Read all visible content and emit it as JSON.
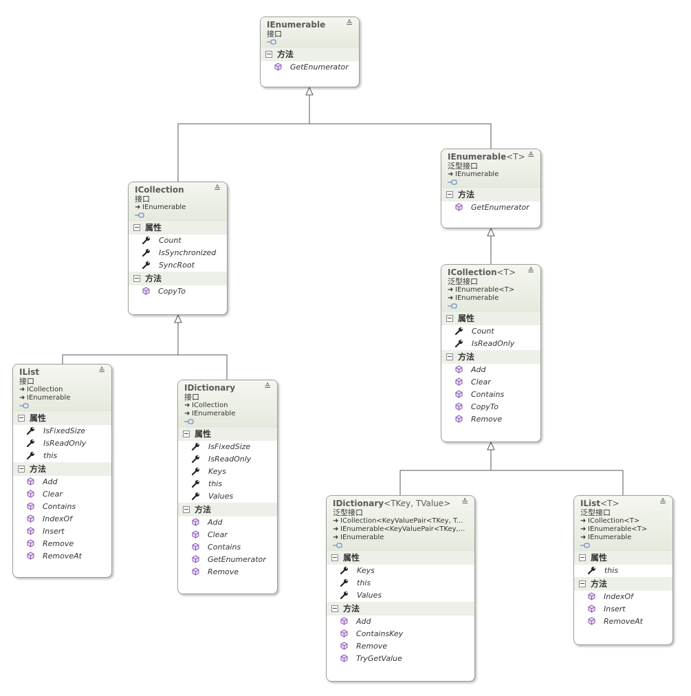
{
  "labels": {
    "props": "属性",
    "methods": "方法"
  },
  "icons": {
    "property": "wrench-icon",
    "method": "cube-icon",
    "inherit": "arrow-right-icon",
    "interface": "lollipop-icon",
    "collapse": "chevron-double-up-icon",
    "section": "minus-box-icon"
  },
  "colors": {
    "method_icon": "#8a4fb3",
    "header_bg": "#e8ecdf",
    "section_bg": "#edf0e8",
    "border": "#9aa09a"
  },
  "boxes": {
    "ienumerable": {
      "title": "IEnumerable",
      "type_params": "",
      "stereotype": "接口",
      "inherits": [],
      "properties": [],
      "methods": [
        "GetEnumerator"
      ]
    },
    "ienumerable_t": {
      "title": "IEnumerable",
      "type_params": "<T>",
      "stereotype": "泛型接口",
      "inherits": [
        "IEnumerable"
      ],
      "properties": [],
      "methods": [
        "GetEnumerator"
      ]
    },
    "icollection": {
      "title": "ICollection",
      "type_params": "",
      "stereotype": "接口",
      "inherits": [
        "IEnumerable"
      ],
      "properties": [
        "Count",
        "IsSynchronized",
        "SyncRoot"
      ],
      "methods": [
        "CopyTo"
      ]
    },
    "icollection_t": {
      "title": "ICollection",
      "type_params": "<T>",
      "stereotype": "泛型接口",
      "inherits": [
        "IEnumerable<T>",
        "IEnumerable"
      ],
      "properties": [
        "Count",
        "IsReadOnly"
      ],
      "methods": [
        "Add",
        "Clear",
        "Contains",
        "CopyTo",
        "Remove"
      ]
    },
    "ilist": {
      "title": "IList",
      "type_params": "",
      "stereotype": "接口",
      "inherits": [
        "ICollection",
        "IEnumerable"
      ],
      "properties": [
        "IsFixedSize",
        "IsReadOnly",
        "this"
      ],
      "methods": [
        "Add",
        "Clear",
        "Contains",
        "IndexOf",
        "Insert",
        "Remove",
        "RemoveAt"
      ]
    },
    "idictionary": {
      "title": "IDictionary",
      "type_params": "",
      "stereotype": "接口",
      "inherits": [
        "ICollection",
        "IEnumerable"
      ],
      "properties": [
        "IsFixedSize",
        "IsReadOnly",
        "Keys",
        "this",
        "Values"
      ],
      "methods": [
        "Add",
        "Clear",
        "Contains",
        "GetEnumerator",
        "Remove"
      ]
    },
    "idictionary_t": {
      "title": "IDictionary",
      "type_params": "<TKey, TValue>",
      "stereotype": "泛型接口",
      "inherits": [
        "ICollection<KeyValuePair<TKey, T...",
        "IEnumerable<KeyValuePair<TKey,...",
        "IEnumerable"
      ],
      "properties": [
        "Keys",
        "this",
        "Values"
      ],
      "methods": [
        "Add",
        "ContainsKey",
        "Remove",
        "TryGetValue"
      ]
    },
    "ilist_t": {
      "title": "IList",
      "type_params": "<T>",
      "stereotype": "泛型接口",
      "inherits": [
        "ICollection<T>",
        "IEnumerable<T>",
        "IEnumerable"
      ],
      "properties": [
        "this"
      ],
      "methods": [
        "IndexOf",
        "Insert",
        "RemoveAt"
      ]
    }
  }
}
